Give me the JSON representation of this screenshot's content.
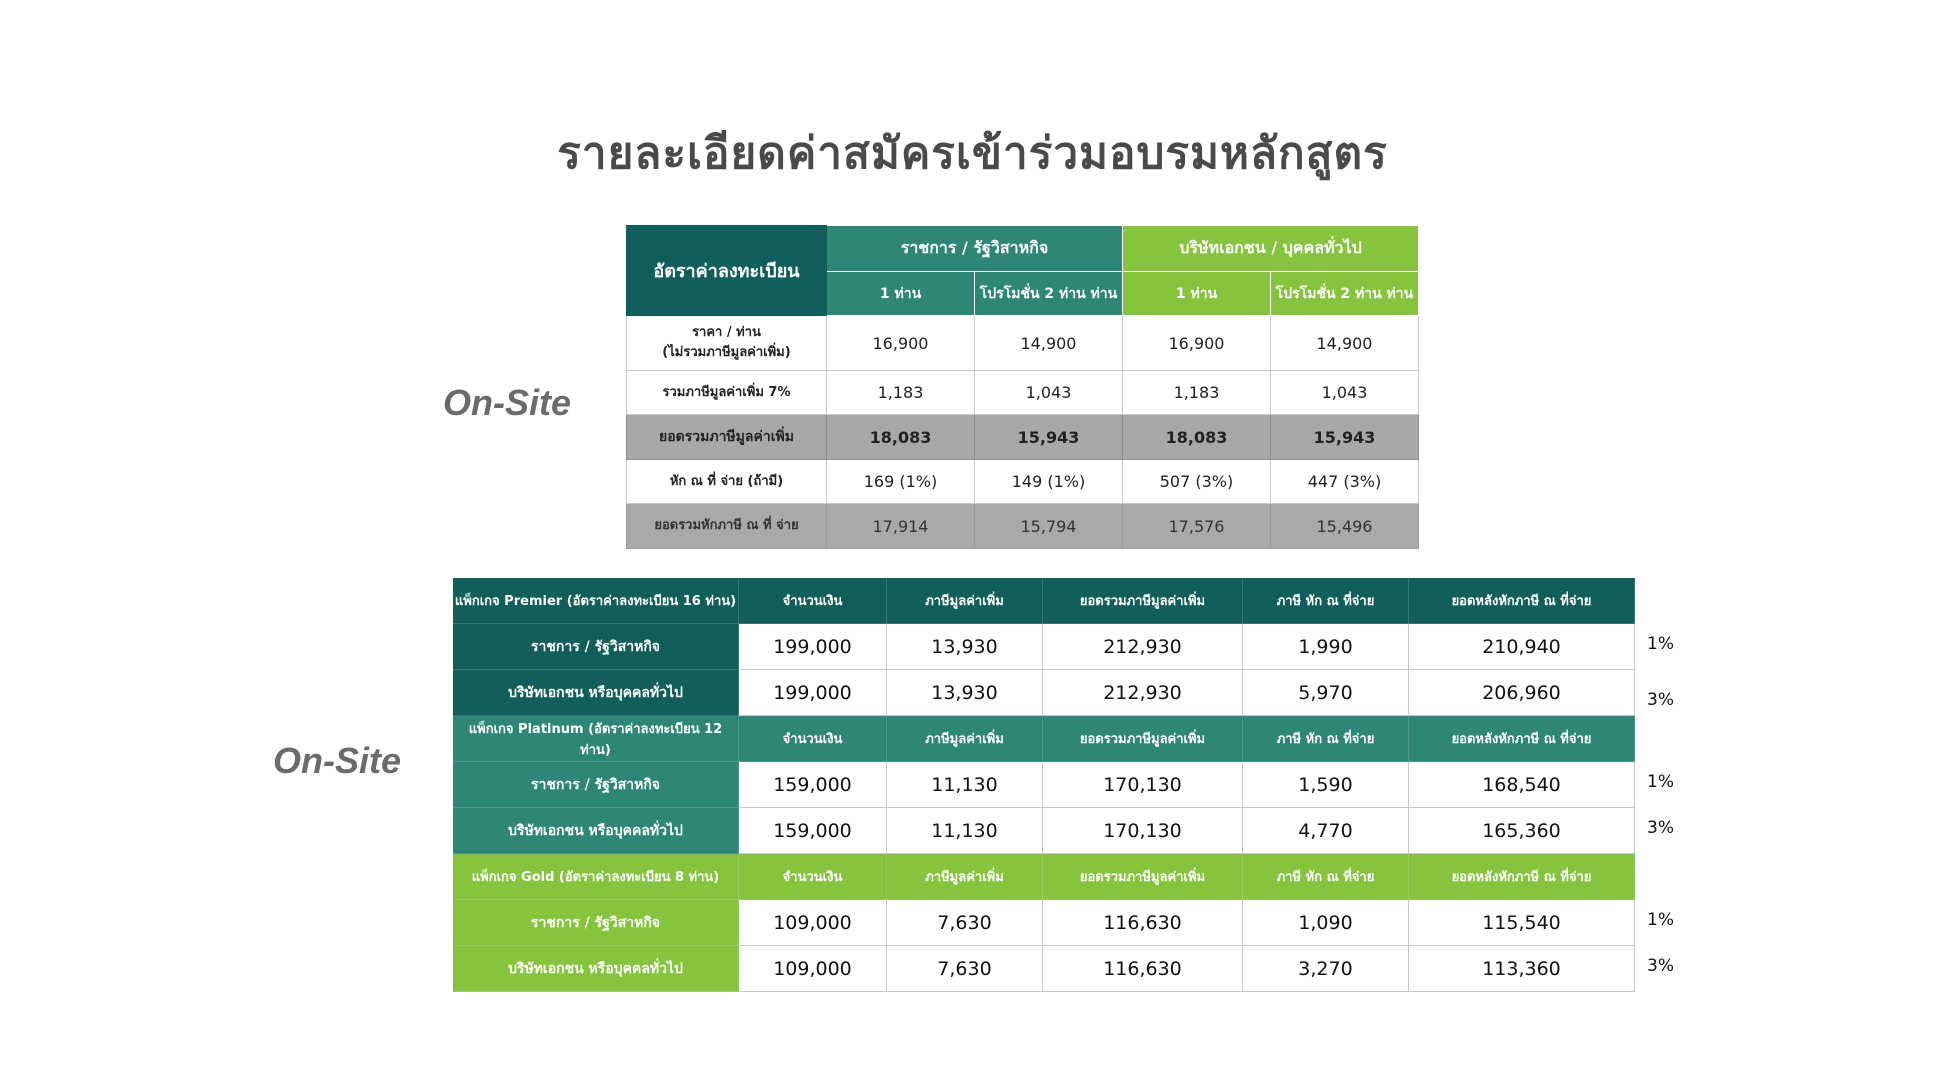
{
  "title": "รายละเอียดค่าสมัครเข้าร่วมอบรมหลักสูตร",
  "onsite_label_1": "On-Site",
  "onsite_label_2": "On-Site",
  "colors": {
    "dark_teal": "#125e5a",
    "teal": "#2e8676",
    "green": "#86c43e",
    "grey": "#a8a8a8"
  },
  "table1": {
    "corner": "อัตราค่าลงทะเบียน",
    "group_gov": "ราชการ / รัฐวิสาหกิจ",
    "group_private": "บริษัทเอกชน / บุคคลทั่วไป",
    "sub": [
      "1 ท่าน",
      "โปรโมชั่น 2 ท่าน ท่าน",
      "1 ท่าน",
      "โปรโมชั่น 2 ท่าน ท่าน"
    ],
    "rows": [
      {
        "label": "ราคา / ท่าน",
        "label2": "(ไม่รวมภาษีมูลค่าเพิ่ม)",
        "values": [
          "16,900",
          "14,900",
          "16,900",
          "14,900"
        ]
      },
      {
        "label": "รวมภาษีมูลค่าเพิ่ม 7%",
        "values": [
          "1,183",
          "1,043",
          "1,183",
          "1,043"
        ]
      },
      {
        "label": "ยอดรวมภาษีมูลค่าเพิ่ม",
        "values": [
          "18,083",
          "15,943",
          "18,083",
          "15,943"
        ]
      },
      {
        "label": "หัก ณ ที่ จ่าย (ถ้ามี)",
        "values": [
          "169 (1%)",
          "149 (1%)",
          "507 (3%)",
          "447 (3%)"
        ]
      },
      {
        "label": "ยอดรวมหักภาษี ณ ที่ จ่าย",
        "values": [
          "17,914",
          "15,794",
          "17,576",
          "15,496"
        ]
      }
    ]
  },
  "table2": {
    "packages": [
      {
        "name": "แพ็กเกจ Premier (อัตราค่าลงทะเบียน 16 ท่าน)",
        "headers": [
          "จำนวนเงิน",
          "ภาษีมูลค่าเพิ่ม",
          "ยอดรวมภาษีมูลค่าเพิ่ม",
          "ภาษี หัก ณ ที่จ่าย",
          "ยอดหลังหักภาษี ณ ที่จ่าย"
        ],
        "rows": [
          {
            "label": "ราชการ / รัฐวิสาหกิจ",
            "values": [
              "199,000",
              "13,930",
              "212,930",
              "1,990",
              "210,940"
            ],
            "pct": "1%"
          },
          {
            "label": "บริษัทเอกชน หรือบุคคลทั่วไป",
            "values": [
              "199,000",
              "13,930",
              "212,930",
              "5,970",
              "206,960"
            ],
            "pct": "3%"
          }
        ]
      },
      {
        "name": "แพ็กเกจ Platinum (อัตราค่าลงทะเบียน 12 ท่าน)",
        "headers": [
          "จำนวนเงิน",
          "ภาษีมูลค่าเพิ่ม",
          "ยอดรวมภาษีมูลค่าเพิ่ม",
          "ภาษี หัก ณ ที่จ่าย",
          "ยอดหลังหักภาษี ณ ที่จ่าย"
        ],
        "rows": [
          {
            "label": "ราชการ / รัฐวิสาหกิจ",
            "values": [
              "159,000",
              "11,130",
              "170,130",
              "1,590",
              "168,540"
            ],
            "pct": "1%"
          },
          {
            "label": "บริษัทเอกชน หรือบุคคลทั่วไป",
            "values": [
              "159,000",
              "11,130",
              "170,130",
              "4,770",
              "165,360"
            ],
            "pct": "3%"
          }
        ]
      },
      {
        "name": "แพ็กเกจ Gold (อัตราค่าลงทะเบียน 8 ท่าน)",
        "headers": [
          "จำนวนเงิน",
          "ภาษีมูลค่าเพิ่ม",
          "ยอดรวมภาษีมูลค่าเพิ่ม",
          "ภาษี หัก ณ ที่จ่าย",
          "ยอดหลังหักภาษี ณ ที่จ่าย"
        ],
        "rows": [
          {
            "label": "ราชการ / รัฐวิสาหกิจ",
            "values": [
              "109,000",
              "7,630",
              "116,630",
              "1,090",
              "115,540"
            ],
            "pct": "1%"
          },
          {
            "label": "บริษัทเอกชน หรือบุคคลทั่วไป",
            "values": [
              "109,000",
              "7,630",
              "116,630",
              "3,270",
              "113,360"
            ],
            "pct": "3%"
          }
        ]
      }
    ]
  }
}
